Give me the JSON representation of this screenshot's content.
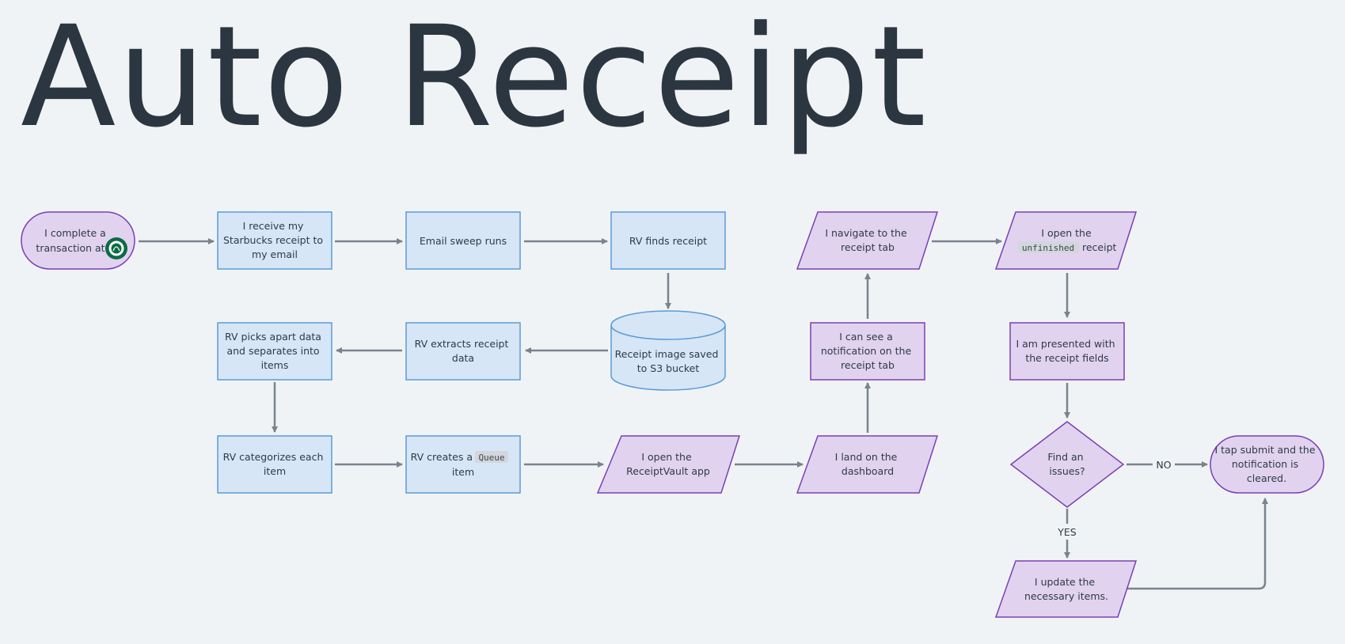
{
  "title": "Auto Receipt",
  "nodes": {
    "transaction": {
      "lines": [
        "I complete a",
        "transaction at"
      ],
      "logo": "starbucks-logo"
    },
    "receive_email": {
      "lines": [
        "I receive my",
        "Starbucks receipt to",
        "my email"
      ]
    },
    "email_sweep": {
      "lines": [
        "Email sweep runs"
      ]
    },
    "rv_finds": {
      "lines": [
        "RV finds receipt"
      ]
    },
    "s3_saved": {
      "lines": [
        "Receipt image saved",
        "to S3 bucket"
      ]
    },
    "rv_extracts": {
      "lines": [
        "RV extracts receipt",
        "data"
      ]
    },
    "rv_picks": {
      "lines": [
        "RV picks apart data",
        "and separates into",
        "items"
      ]
    },
    "rv_categorizes": {
      "lines": [
        "RV categorizes each",
        "item"
      ]
    },
    "rv_creates": {
      "before": "RV creates a",
      "code": "Queue",
      "after": "item"
    },
    "open_app": {
      "lines": [
        "I open the",
        "ReceiptVault app"
      ]
    },
    "dashboard": {
      "lines": [
        "I land on the",
        "dashboard"
      ]
    },
    "notification": {
      "lines": [
        "I can see a",
        "notification on the",
        "receipt tab"
      ]
    },
    "navigate": {
      "lines": [
        "I navigate to the",
        "receipt tab"
      ]
    },
    "open_receipt": {
      "line1": "I open the",
      "code": "unfinished",
      "after": "receipt"
    },
    "presented": {
      "lines": [
        "I am presented with",
        "the receipt fields"
      ]
    },
    "issues": {
      "lines": [
        "Find an",
        "issues?"
      ]
    },
    "submit": {
      "lines": [
        "I tap submit and the",
        "notification is",
        "cleared."
      ]
    },
    "update": {
      "lines": [
        "I update the",
        "necessary items."
      ]
    }
  },
  "edge_labels": {
    "no": "NO",
    "yes": "YES"
  },
  "colors": {
    "background": "#f0f3f6",
    "blue_fill": "#d6e6f6",
    "blue_stroke": "#5b9bd5",
    "purple_fill": "#e1d3f0",
    "purple_stroke": "#7b3fb3",
    "arrow": "#7a838d",
    "text": "#2e3a46",
    "title": "#2b3640"
  }
}
